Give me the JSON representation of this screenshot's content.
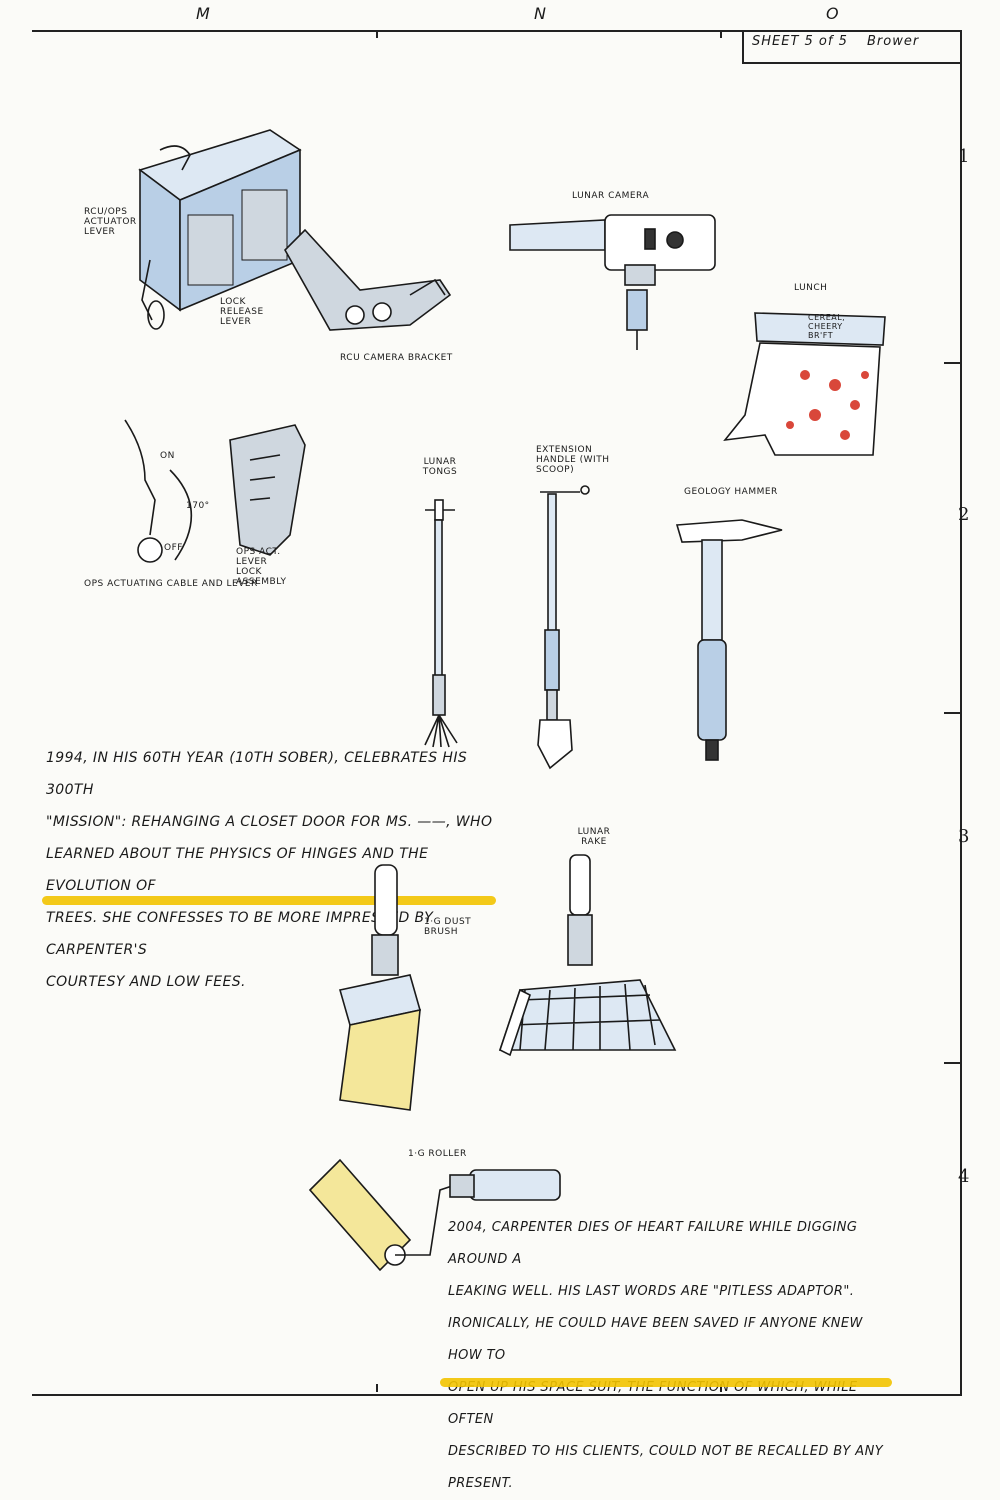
{
  "sheet": {
    "column_letters": [
      "M",
      "N",
      "O"
    ],
    "row_numbers": [
      "1",
      "2",
      "3",
      "4"
    ],
    "sheet_label": "SHEET 5 of 5",
    "signature": "Brower"
  },
  "labels": {
    "rcu_ops_actuator_lever": "RCU/OPS ACTUATOR LEVER",
    "lock_release_lever": "LOCK RELEASE LEVER",
    "rcu_camera_bracket": "RCU CAMERA BRACKET",
    "lunar_camera": "LUNAR CAMERA",
    "lunch": "LUNCH",
    "lunch_pack_text": "CEREAL, CHEERY BR'FT",
    "ops_on": "ON",
    "ops_off": "OFF",
    "ops_angle": "170°",
    "ops_actuating_cable": "OPS ACTUATING CABLE AND LEVER",
    "ops_act_lever_lock": "OPS ACT. LEVER LOCK ASSEMBLY",
    "lunar_tongs": "LUNAR TONGS",
    "extension_handle": "EXTENSION HANDLE (WITH SCOOP)",
    "geology_hammer": "GEOLOGY HAMMER",
    "lunar_rake": "LUNAR RAKE",
    "dust_brush": "1·G DUST BRUSH",
    "roller": "1·G ROLLER"
  },
  "story_1994": {
    "lines": [
      "1994, IN HIS 60TH YEAR (10TH SOBER), CELEBRATES HIS 300TH",
      "\"MISSION\": REHANGING A CLOSET DOOR FOR MS. ——, WHO",
      "LEARNED ABOUT THE PHYSICS OF HINGES AND THE EVOLUTION OF",
      "TREES. SHE CONFESSES TO BE MORE IMPRESSED BY CARPENTER'S",
      "COURTESY AND LOW FEES."
    ]
  },
  "story_2004": {
    "lines": [
      "2004, CARPENTER DIES OF HEART FAILURE WHILE DIGGING AROUND A",
      "LEAKING WELL. HIS LAST WORDS ARE \"PITLESS ADAPTOR\".",
      "IRONICALLY, HE COULD HAVE BEEN SAVED IF ANYONE KNEW HOW TO",
      "OPEN UP HIS SPACE SUIT, THE FUNCTION OF WHICH, WHILE OFTEN",
      "DESCRIBED TO HIS CLIENTS, COULD NOT BE RECALLED BY ANY",
      "PRESENT."
    ]
  },
  "colors": {
    "highlight": "#f2c300",
    "ink": "#1a1a1a",
    "tool_blue": "#b9cfe6"
  }
}
